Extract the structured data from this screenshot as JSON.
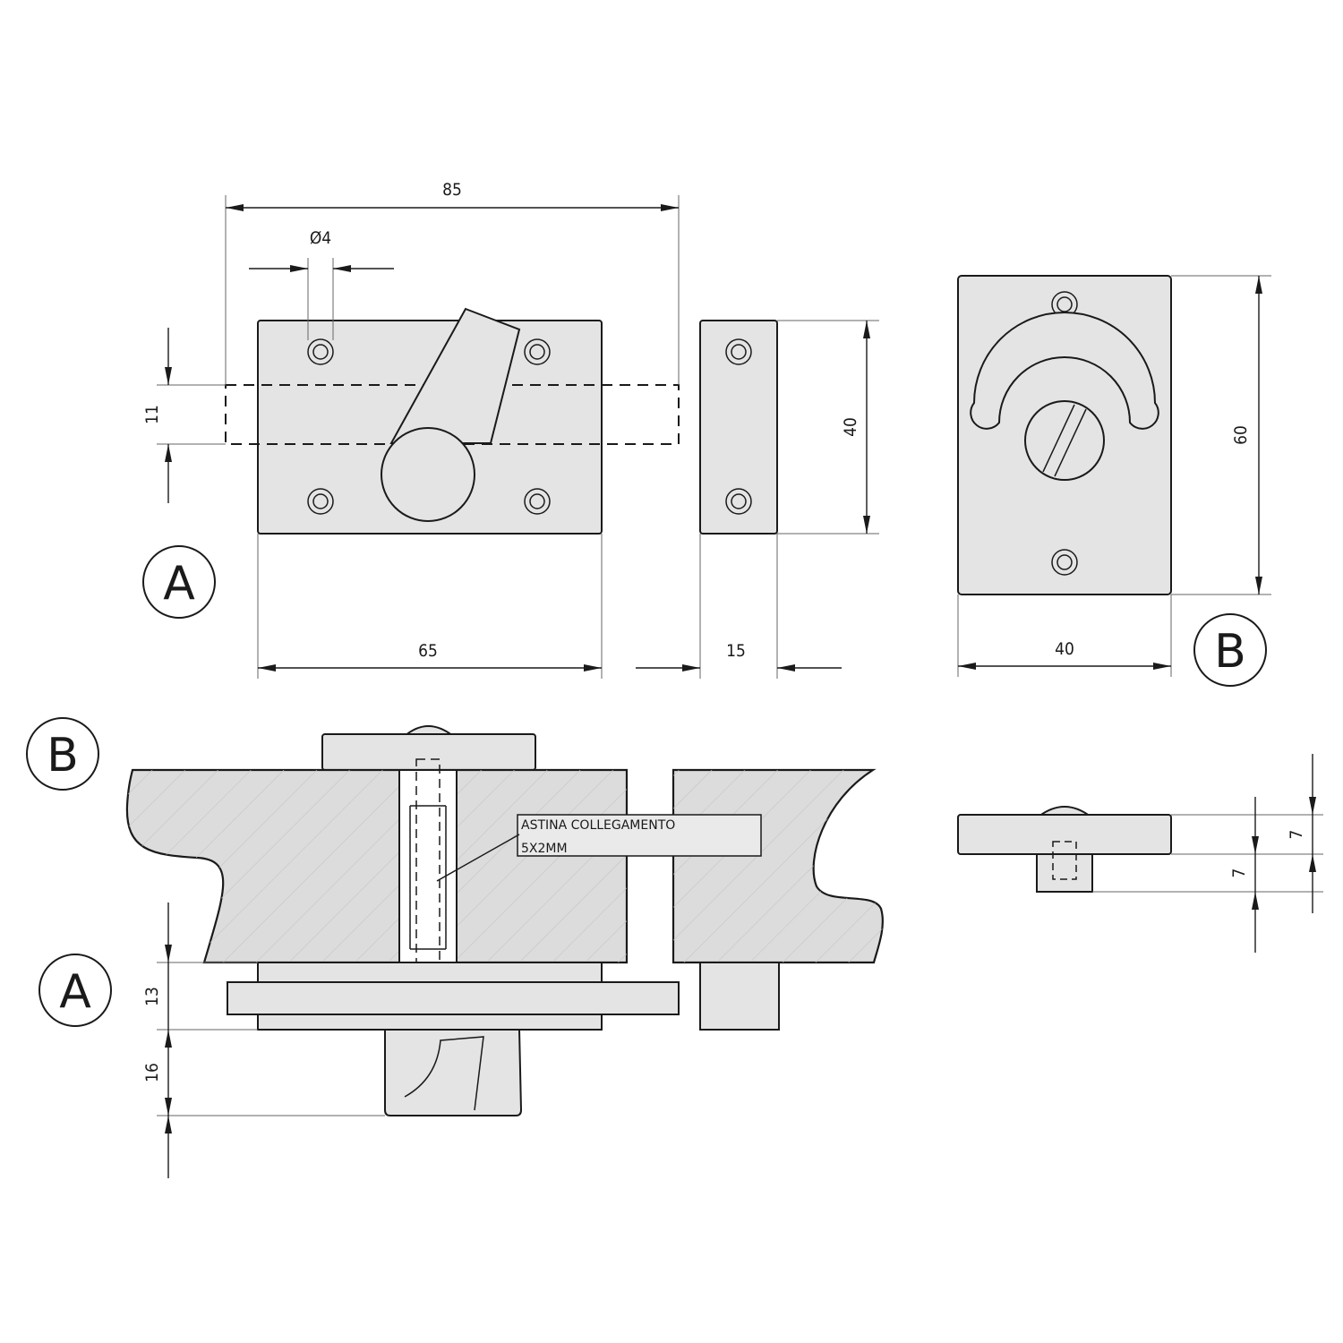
{
  "dimensions": {
    "top_width": "85",
    "hole_diameter": "Ø4",
    "bolt_height": "11",
    "body_width": "65",
    "keeper_width": "15",
    "body_height": "40",
    "plate_height": "60",
    "plate_width": "40",
    "section_depth_a": "13",
    "section_depth_b": "16",
    "side_depth_1": "7",
    "side_depth_2": "7"
  },
  "labels": {
    "view_a_top": "A",
    "view_b_top": "B",
    "view_b_section": "B",
    "view_a_section": "A"
  },
  "callout": {
    "line1": "ASTINA COLLEGAMENTO",
    "line2": "5X2MM"
  }
}
